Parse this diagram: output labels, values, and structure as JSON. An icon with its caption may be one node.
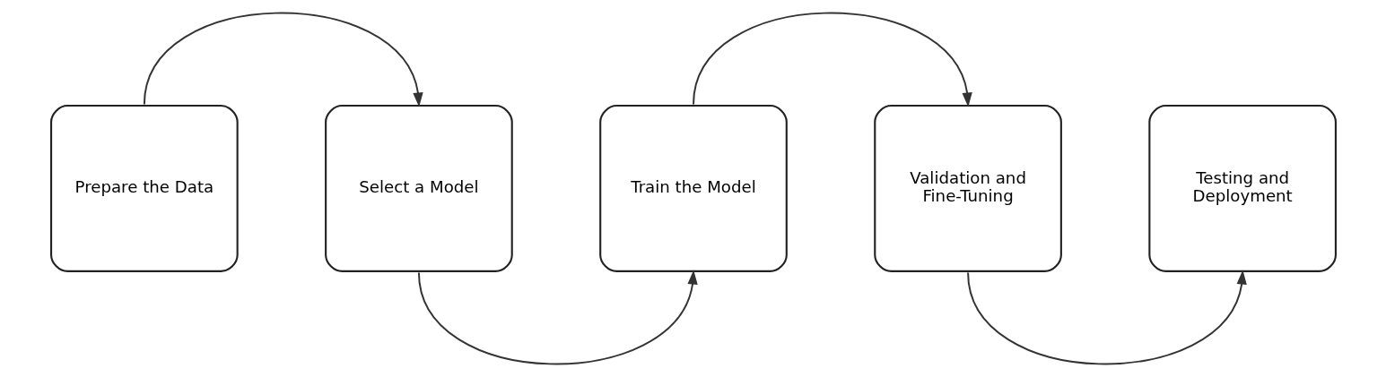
{
  "diagram": {
    "nodes": [
      {
        "text": [
          "Prepare the Data"
        ]
      },
      {
        "text": [
          "Select a Model"
        ]
      },
      {
        "text": [
          "Train the Model"
        ]
      },
      {
        "text": [
          "Validation and Fine-Tuning"
        ]
      },
      {
        "text": [
          "Testing and Deployment"
        ]
      }
    ],
    "edges": [
      {
        "from": 0,
        "to": 1,
        "arrow": "to"
      },
      {
        "from": 1,
        "to": 2,
        "arrow": "to"
      },
      {
        "from": 2,
        "to": 3,
        "arrow": "to"
      },
      {
        "from": 3,
        "to": 4,
        "arrow": "to"
      }
    ]
  }
}
